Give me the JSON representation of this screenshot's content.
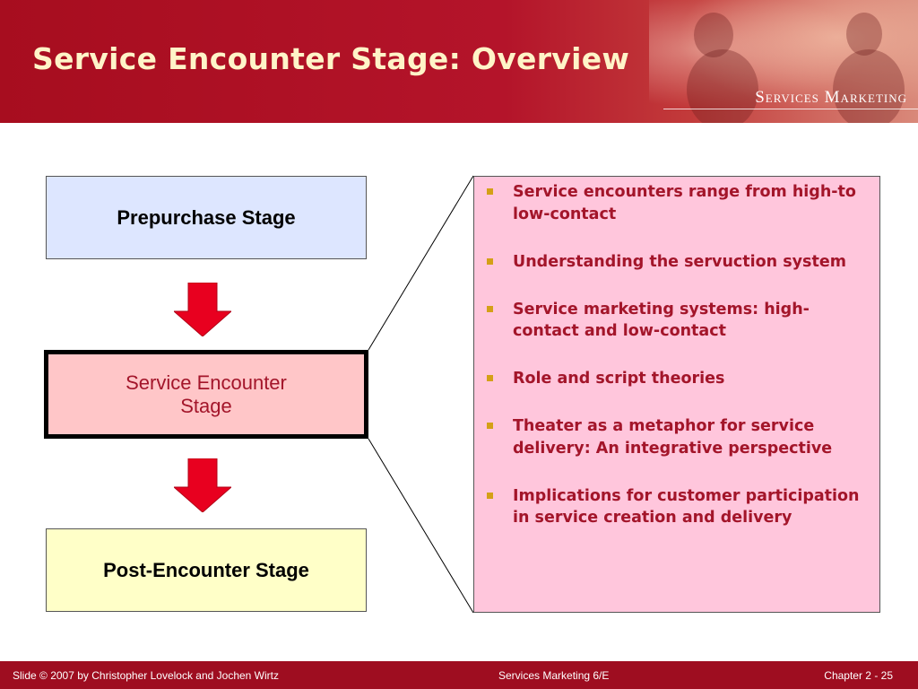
{
  "slide": {
    "title": "Service Encounter Stage: Overview",
    "brand": "Services Marketing"
  },
  "stages": [
    {
      "label": "Prepurchase Stage"
    },
    {
      "label": "Service Encounter\nStage"
    },
    {
      "label": "Post-Encounter Stage"
    }
  ],
  "bullets": [
    "Service encounters range from high-to low-contact",
    "Understanding the servuction system",
    "Service marketing systems: high-contact and low-contact",
    "Role and script theories",
    "Theater as a metaphor for service delivery: An integrative perspective",
    "Implications for customer participation in service creation and delivery"
  ],
  "footer": {
    "left": "Slide © 2007 by Christopher Lovelock and Jochen Wirtz",
    "center": "Services Marketing 6/E",
    "right": "Chapter  2 - 25"
  },
  "colors": {
    "header_red": "#a70d1f",
    "title_text": "#fff4c8",
    "stage1_fill": "#dde6ff",
    "stage2_fill": "#ffc6c8",
    "stage3_fill": "#ffffc8",
    "bullet_panel": "#ffc6dc",
    "arrow_red": "#e8001f",
    "bullet_square": "#d4a017"
  }
}
